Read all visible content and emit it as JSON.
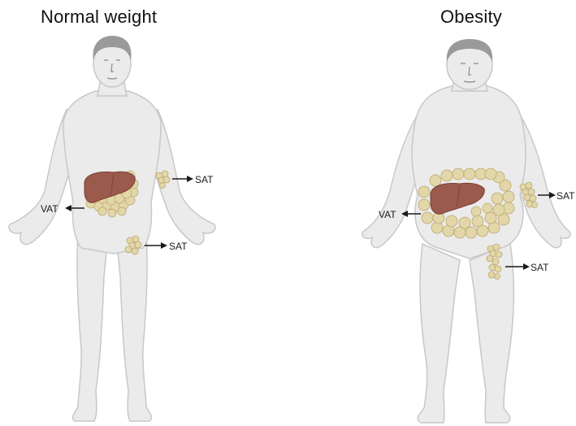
{
  "panels": {
    "normal": {
      "title": "Normal weight",
      "labels": {
        "vat": "VAT",
        "sat_arm": "SAT",
        "sat_thigh": "SAT"
      }
    },
    "obese": {
      "title": "Obesity",
      "labels": {
        "vat": "VAT",
        "sat_arm": "SAT",
        "sat_thigh": "SAT"
      }
    }
  },
  "colors": {
    "skin": "#ebebeb",
    "skin_outline": "#c8c8c8",
    "hair": "#9a9a9a",
    "liver": "#9b5a4c",
    "fat": "#e3d7a9",
    "fat_outline": "#b9a86e",
    "arrow": "#1a1a1a"
  },
  "icons": {
    "liver": "liver-icon",
    "fat": "adipose-tissue-icon",
    "arrow": "arrow-icon"
  }
}
